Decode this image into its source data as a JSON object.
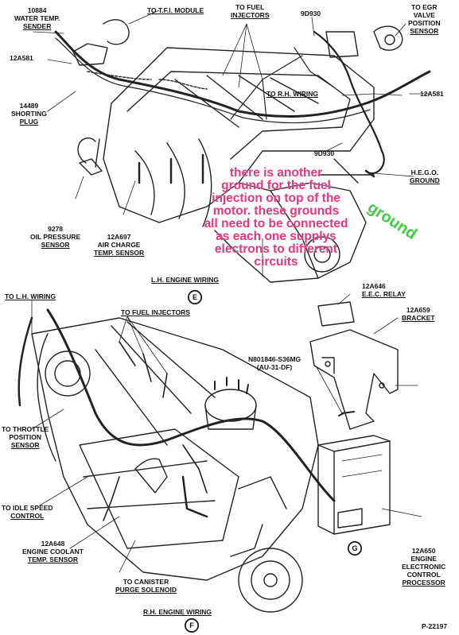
{
  "labels": {
    "water_temp": [
      "10884",
      "WATER TEMP.",
      "SENDER"
    ],
    "tfi_module": "TO T.F.I. MODULE",
    "fuel_injectors_top": [
      "TO FUEL",
      "INJECTORS"
    ],
    "part_9d930_top": "9D930",
    "egr_valve": [
      "TO EGR",
      "VALVE",
      "POSITION",
      "SENSOR"
    ],
    "part_12a581_left": "12A581",
    "part_12a581_right": "12A581",
    "rh_wiring_top": "TO R.H. WIRING",
    "shorting_plug": [
      "14489",
      "SHORTING",
      "PLUG"
    ],
    "part_9d930_mid": "9D930",
    "hego_ground": [
      "H.E.G.O.",
      "GROUND"
    ],
    "oil_pressure": [
      "9278",
      "OIL PRESSURE",
      "SENSOR"
    ],
    "air_charge": [
      "12A697",
      "AIR CHARGE",
      "TEMP. SENSOR"
    ],
    "lh_engine_wiring": "L.H. ENGINE WIRING",
    "view_e": "E",
    "eec_relay": [
      "12A646",
      "E.E.C. RELAY"
    ],
    "bracket": [
      "12A659",
      "BRACKET"
    ],
    "bolt": [
      "N801846-S36MG",
      "(AU-31-DF)"
    ],
    "lh_wiring_bottom": "TO L.H. WIRING",
    "fuel_injectors_bottom": "TO FUEL INJECTORS",
    "throttle_position": [
      "TO THROTTLE",
      "POSITION",
      "SENSOR"
    ],
    "idle_speed": [
      "TO IDLE SPEED",
      "CONTROL"
    ],
    "coolant_temp": [
      "12A648",
      "ENGINE COOLANT",
      "TEMP. SENSOR"
    ],
    "canister_purge": [
      "TO CANISTER",
      "PURGE SOLENOID"
    ],
    "rh_engine_wiring": "R.H. ENGINE WIRING",
    "view_f": "F",
    "view_g": "G",
    "eec_processor": [
      "12A650",
      "ENGINE",
      "ELECTRONIC",
      "CONTROL",
      "PROCESSOR"
    ],
    "figure_number": "P-22197"
  },
  "annotation": {
    "text": [
      "there is another",
      "ground for the fuel",
      "injection on top of the",
      "motor. these grounds",
      "all need to be connected",
      "as each one supplys",
      "electrons to different",
      "circuits"
    ],
    "ground_note": "ground",
    "text_color": "#e8357f",
    "ground_color": "#3ecf3e"
  }
}
